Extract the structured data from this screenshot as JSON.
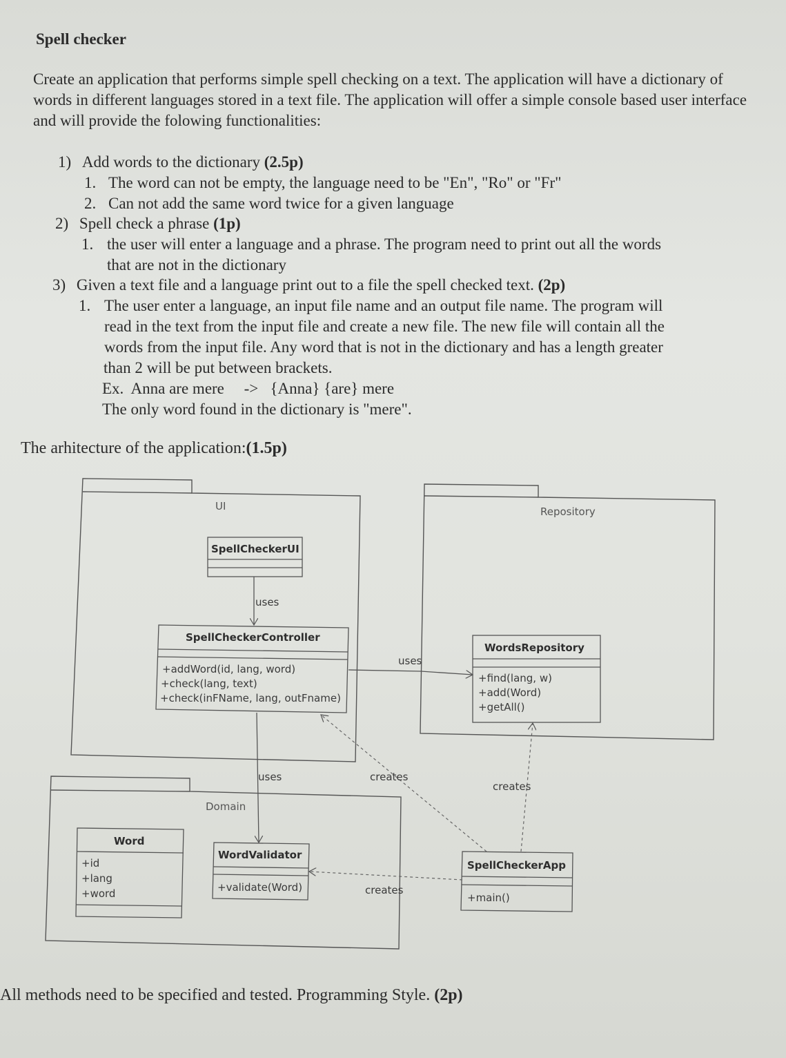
{
  "document": {
    "title": "Spell checker",
    "intro": "Create an application that performs simple spell checking on a text. The application will have a dictionary of words in different languages stored in a text file. The application will offer a simple console based user interface and will provide the folowing functionalities:",
    "items": [
      {
        "num": "1)",
        "text": "Add words to the dictionary ",
        "points": "(2.5p)",
        "sub": [
          {
            "num": "1.",
            "lines": [
              "The word can not be empty, the language need to be \"En\", \"Ro\" or \"Fr\""
            ]
          },
          {
            "num": "2.",
            "lines": [
              "Can not add the same word twice for a given language"
            ]
          }
        ]
      },
      {
        "num": "2)",
        "text": "Spell check a phrase  ",
        "points": "(1p)",
        "sub": [
          {
            "num": "1.",
            "lines": [
              "the user will enter a language and a phrase. The program need to print out all the words",
              "that are not in the dictionary"
            ]
          }
        ]
      },
      {
        "num": "3)",
        "text": "Given a text file and a language print out to a file the spell checked text.  ",
        "points": "(2p)",
        "sub": [
          {
            "num": "1.",
            "lines": [
              "The user enter a language, an input file name and an output file name. The program will",
              "read in the text from the input file and create a new file. The new file will contain all the",
              "words from the input file. Any word that is not in the dictionary and has a length greater",
              "than 2 will be put between brackets.",
              "Ex.  Anna are mere     ->   {Anna} {are} mere",
              "The only word found in the dictionary is \"mere\"."
            ]
          }
        ]
      }
    ],
    "architecture_label": "The arhitecture of the application:",
    "architecture_points": "(1.5p)",
    "footer_text": "All methods need to be specified and tested. Programming Style. ",
    "footer_points": "(2p)"
  },
  "diagram": {
    "packages": {
      "ui": "UI",
      "repository": "Repository",
      "domain": "Domain"
    },
    "classes": {
      "spell_checker_ui": {
        "name": "SpellCheckerUI",
        "members": []
      },
      "spell_checker_controller": {
        "name": "SpellCheckerController",
        "members": [
          "+addWord(id, lang, word)",
          "+check(lang, text)",
          "+check(inFName, lang, outFname)"
        ]
      },
      "words_repository": {
        "name": "WordsRepository",
        "members": [
          "+find(lang, w)",
          "+add(Word)",
          "+getAll()"
        ]
      },
      "word": {
        "name": "Word",
        "members": [
          "+id",
          "+lang",
          "+word"
        ]
      },
      "word_validator": {
        "name": "WordValidator",
        "members": [
          "+validate(Word)"
        ]
      },
      "spell_checker_app": {
        "name": "SpellCheckerApp",
        "members": [
          "+main()"
        ]
      }
    },
    "relations": {
      "ui_controller": "uses",
      "controller_repository": "uses",
      "controller_validator": "uses",
      "app_controller": "creates",
      "app_repository": "creates",
      "app_validator": "creates"
    }
  }
}
